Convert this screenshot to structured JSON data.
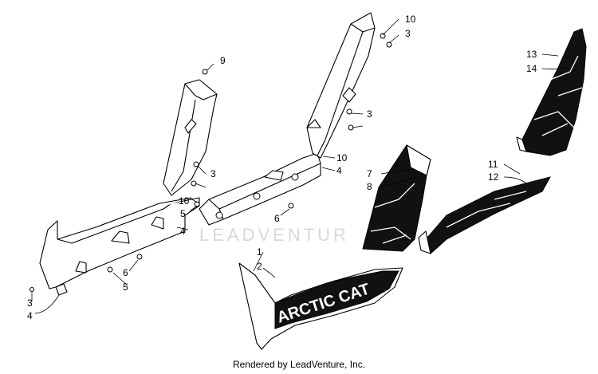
{
  "diagram": {
    "watermark": "LEADVENTUR",
    "footer": "Rendered by LeadVenture, Inc.",
    "logo_text": "ARCTIC CAT",
    "callouts": {
      "c9": "9",
      "c10a": "10",
      "c3a": "3",
      "c13": "13",
      "c14": "14",
      "c3b": "3",
      "c3c": "3",
      "c10b": "10",
      "c4a": "4",
      "c7": "7",
      "c8": "8",
      "c11": "11",
      "c12": "12",
      "c10c": "10",
      "c5a": "5",
      "c4b": "4",
      "c6a": "6",
      "c6b": "6",
      "c5b": "5",
      "c1": "1",
      "c2": "2",
      "c3d": "3",
      "c4c": "4"
    }
  }
}
